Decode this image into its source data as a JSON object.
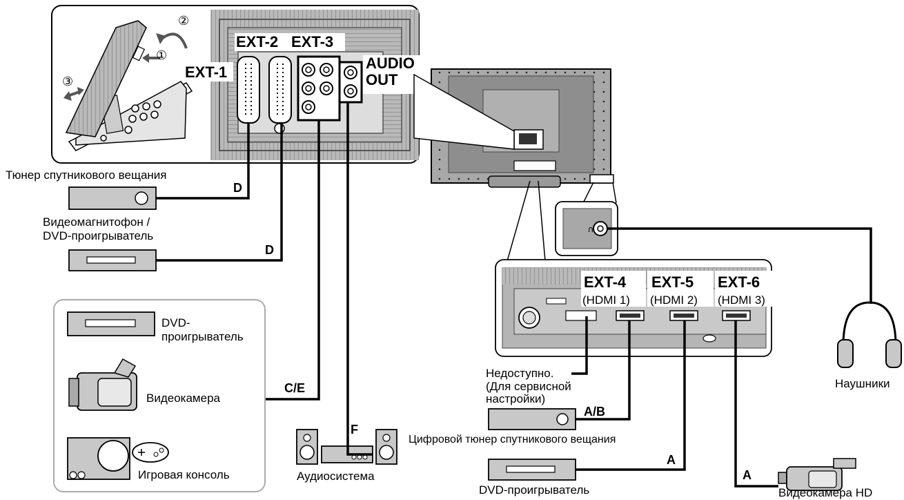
{
  "panel": {
    "ext1": "EXT-1",
    "ext2": "EXT-2",
    "ext3": "EXT-3",
    "audio_out": "AUDIO\nOUT",
    "step1": "①",
    "step2": "②",
    "step3": "③"
  },
  "hdmi_panel": {
    "ext4": "EXT-4",
    "ext5": "EXT-5",
    "ext6": "EXT-6",
    "hdmi1": "(HDMI 1)",
    "hdmi2": "(HDMI 2)",
    "hdmi3": "(HDMI 3)"
  },
  "devices": {
    "sat_tuner": "Тюнер спутникового вещания",
    "vcr_dvd": "Видеомагнитофон /\nDVD-проигрыватель",
    "dvd_player_group": "DVD-\nпроигрыватель",
    "camcorder": "Видеокамера",
    "game_console": "Игровая консоль",
    "audio_system": "Аудиосистема",
    "digital_sat_tuner": "Цифровой тюнер спутникового вещания",
    "dvd_player": "DVD-проигрыватель",
    "hd_camcorder": "Видеокамера HD",
    "headphones": "Наушники",
    "not_available": "Недоступно.\n(Для сервисной\nнастройки)"
  },
  "cables": {
    "d1": "D",
    "d2": "D",
    "ce": "C/E",
    "f": "F",
    "ab": "A/B",
    "a1": "A",
    "a2": "A"
  }
}
